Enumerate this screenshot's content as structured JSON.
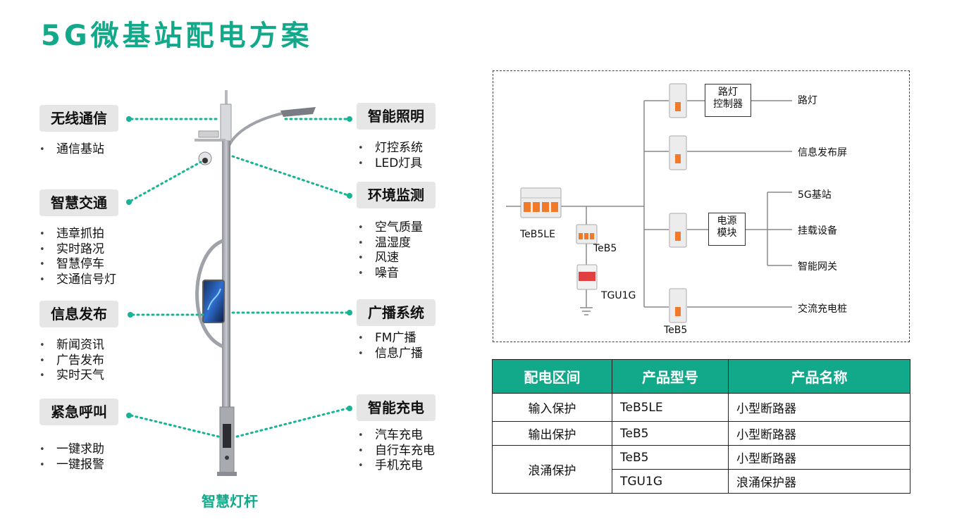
{
  "title": "5G微基站配电方案",
  "left": [
    {
      "label": "无线通信",
      "items": [
        "通信基站"
      ]
    },
    {
      "label": "智慧交通",
      "items": [
        "违章抓拍",
        "实时路况",
        "智慧停车",
        "交通信号灯"
      ]
    },
    {
      "label": "信息发布",
      "items": [
        "新闻资讯",
        "广告发布",
        "实时天气"
      ]
    },
    {
      "label": "紧急呼叫",
      "items": [
        "一键求助",
        "一键报警"
      ]
    }
  ],
  "right": [
    {
      "label": "智能照明",
      "items": [
        "灯控系统",
        "LED灯具"
      ]
    },
    {
      "label": "环境监测",
      "items": [
        "空气质量",
        "温湿度",
        "风速",
        "噪音"
      ]
    },
    {
      "label": "广播系统",
      "items": [
        "FM广播",
        "信息广播"
      ]
    },
    {
      "label": "智能充电",
      "items": [
        "汽车充电",
        "自行车充电",
        "手机充电"
      ]
    }
  ],
  "pole_caption": "智慧灯杆",
  "colors": {
    "accent": "#12a88a",
    "connector": "#16b394",
    "breaker_handle": "#f07a2a",
    "spd_red": "#e04040"
  },
  "wiring": {
    "main_breaker": "TeB5LE",
    "branch_breaker": "TeB5",
    "spd": "TGU1G",
    "bottom_breaker": "TeB5",
    "streetlight_controller": [
      "路灯",
      "控制器"
    ],
    "power_module": [
      "电源",
      "模块"
    ],
    "outputs": {
      "street_light": "路灯",
      "info_screen": "信息发布屏",
      "base_station": "5G基站",
      "mounted_devices": "挂载设备",
      "gateway": "智能网关",
      "ac_charger": "交流充电桩"
    }
  },
  "table": {
    "headers": [
      "配电区间",
      "产品型号",
      "产品名称"
    ],
    "rows": [
      {
        "zone": "输入保护",
        "model": "TeB5LE",
        "name": "小型断路器"
      },
      {
        "zone": "输出保护",
        "model": "TeB5",
        "name": "小型断路器"
      },
      {
        "zone": "浪涌保护",
        "model": "TeB5",
        "name": "小型断路器"
      },
      {
        "zone": "",
        "model": "TGU1G",
        "name": "浪涌保护器"
      }
    ]
  }
}
